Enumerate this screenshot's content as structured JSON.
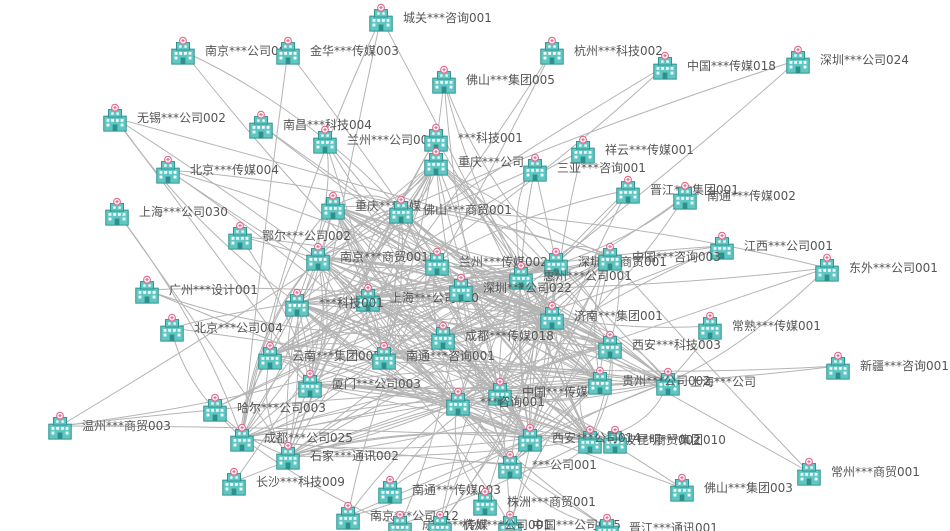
{
  "graph": {
    "type": "network",
    "node_icon": "building-icon",
    "colors": {
      "edge": "#b4b4b4",
      "icon_fill": "#5ec7c4",
      "icon_stroke": "#2f8f8a",
      "icon_accent": "#e36b8c",
      "label": "#555555"
    },
    "nodes": [
      {
        "label": "城关***咨询001"
      },
      {
        "label": "南京***公司001"
      },
      {
        "label": "金华***传媒003"
      },
      {
        "label": "杭州***科技002"
      },
      {
        "label": "中国***传媒018"
      },
      {
        "label": "深圳***公司024"
      },
      {
        "label": "佛山***集团005"
      },
      {
        "label": "无锡***公司002"
      },
      {
        "label": "南昌***科技004"
      },
      {
        "label": "兰州***公司008"
      },
      {
        "label": "***科技001"
      },
      {
        "label": "北京***传媒004"
      },
      {
        "label": "重庆***公司"
      },
      {
        "label": "祥云***传媒001"
      },
      {
        "label": "三亚***咨询001"
      },
      {
        "label": "晋江***集团001"
      },
      {
        "label": "上海***公司030"
      },
      {
        "label": "南通***传媒002"
      },
      {
        "label": "重庆***传媒"
      },
      {
        "label": "佛山***商贸001"
      },
      {
        "label": "鄂尔***公司002"
      },
      {
        "label": "江西***公司001"
      },
      {
        "label": "南京***商贸001"
      },
      {
        "label": "兰州***传媒002"
      },
      {
        "label": "深圳***商贸001"
      },
      {
        "label": "中国***咨询003"
      },
      {
        "label": "东外***公司001"
      },
      {
        "label": "广州***设计001"
      },
      {
        "label": "惠州***公司001"
      },
      {
        "label": "上海***公司020"
      },
      {
        "label": "深圳***公司022"
      },
      {
        "label": "北京***公司004"
      },
      {
        "label": "***科技001"
      },
      {
        "label": "济南***集团001"
      },
      {
        "label": "常熟***传媒001"
      },
      {
        "label": "成都***传媒018"
      },
      {
        "label": "西安***科技003"
      },
      {
        "label": "云南***集团005"
      },
      {
        "label": "南通***咨询001"
      },
      {
        "label": "新疆***咨询001"
      },
      {
        "label": "厦门***公司003"
      },
      {
        "label": "上海***公司"
      },
      {
        "label": "贵州***公司002"
      },
      {
        "label": "中国***传媒"
      },
      {
        "label": "温州***商贸003"
      },
      {
        "label": "哈尔***公司003"
      },
      {
        "label": "***咨询001"
      },
      {
        "label": "成都***公司025"
      },
      {
        "label": "宁波***商贸002"
      },
      {
        "label": "昆明***集团010"
      },
      {
        "label": "石家***通讯002"
      },
      {
        "label": "西安***公司014"
      },
      {
        "label": "***公司001"
      },
      {
        "label": "常州***商贸001"
      },
      {
        "label": "长沙***科技009"
      },
      {
        "label": "佛山***集团003"
      },
      {
        "label": "南通***传媒003"
      },
      {
        "label": "株洲***商贸001"
      },
      {
        "label": "南京***公司012"
      },
      {
        "label": "成都***传媒"
      },
      {
        "label": "中国***公司005"
      },
      {
        "label": "杭州***公司001"
      },
      {
        "label": "晋江***通讯001"
      }
    ]
  }
}
